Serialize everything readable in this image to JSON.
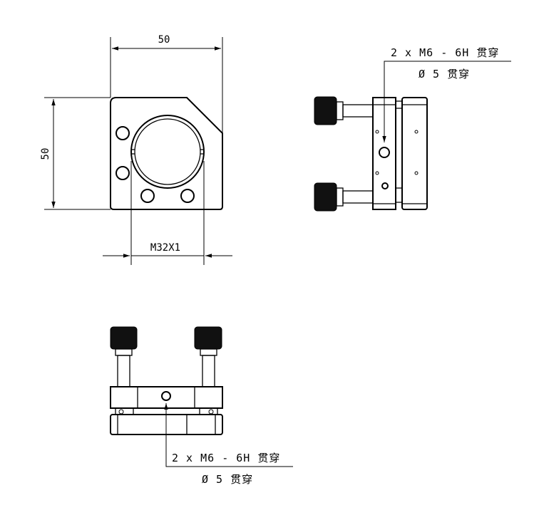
{
  "front_view": {
    "width_dim": "50",
    "height_dim": "50",
    "thread_dim": "M32X1"
  },
  "side_view": {
    "note_line1": "2 x  M6 - 6H 贯穿",
    "note_line2": "Ø 5 贯穿"
  },
  "bottom_view": {
    "note_line1": "2 x  M6 - 6H 贯穿",
    "note_line2": "Ø 5 贯穿"
  }
}
